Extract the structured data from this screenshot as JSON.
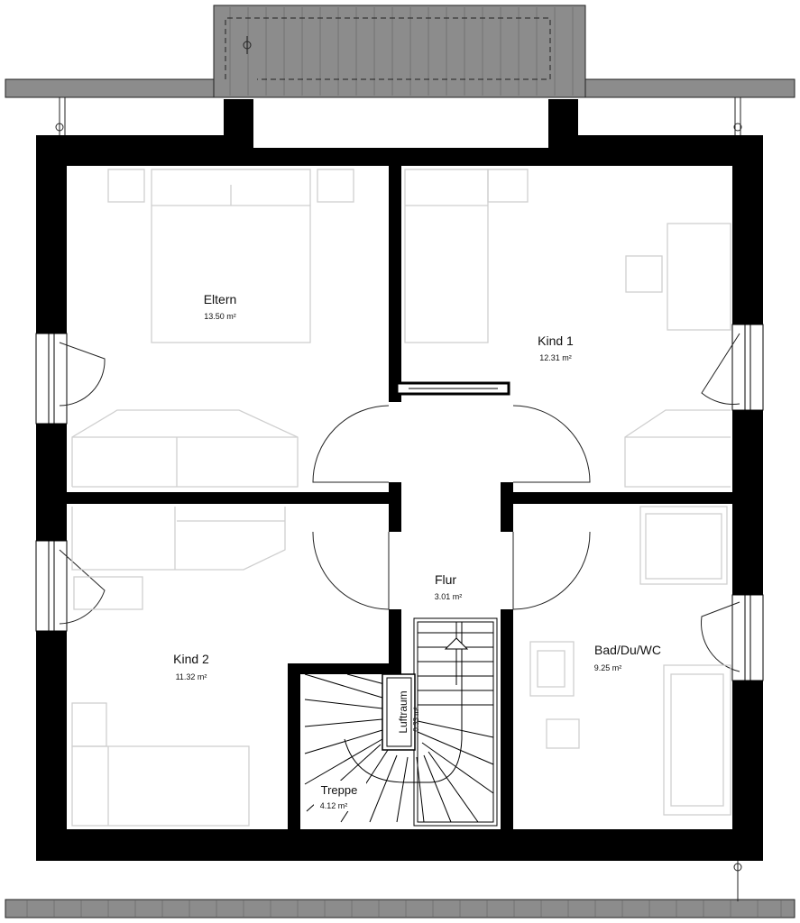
{
  "rooms": [
    {
      "key": "eltern",
      "name": "Eltern",
      "area": "13.50 m²"
    },
    {
      "key": "kind1",
      "name": "Kind 1",
      "area": "12.31 m²"
    },
    {
      "key": "flur",
      "name": "Flur",
      "area": "3.01 m²"
    },
    {
      "key": "kind2",
      "name": "Kind 2",
      "area": "11.32 m²"
    },
    {
      "key": "bad",
      "name": "Bad/Du/WC",
      "area": "9.25 m²"
    },
    {
      "key": "treppe",
      "name": "Treppe",
      "area": "4.12 m²"
    }
  ],
  "luftraum": {
    "name": "Luftraum",
    "area": "0.33 m²"
  },
  "colors": {
    "wall": "#000000",
    "roof": "#8c8c8c",
    "furniture": "#cfcfcf"
  }
}
